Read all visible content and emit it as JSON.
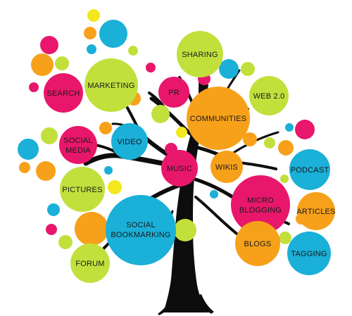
{
  "colors": {
    "pink": "#e8176b",
    "lime": "#c2e03c",
    "cyan": "#1ab0d8",
    "orange": "#f7a11b",
    "yellow": "#f2e81c",
    "trunk": "#0d0d0d",
    "text": "#1a1a1a"
  },
  "bubbles": [
    {
      "name": "marketing",
      "lines": [
        "MARKETING"
      ],
      "color": "lime"
    },
    {
      "name": "search",
      "lines": [
        "SEARCH"
      ],
      "color": "pink"
    },
    {
      "name": "sharing",
      "lines": [
        "SHARING"
      ],
      "color": "lime"
    },
    {
      "name": "pr",
      "lines": [
        "PR"
      ],
      "color": "pink"
    },
    {
      "name": "communities",
      "lines": [
        "COMMUNITIES"
      ],
      "color": "orange"
    },
    {
      "name": "web-2-0",
      "lines": [
        "WEB 2.0"
      ],
      "color": "lime"
    },
    {
      "name": "social-media",
      "lines": [
        "SOCIAL",
        "MEDIA"
      ],
      "color": "pink"
    },
    {
      "name": "video",
      "lines": [
        "VIDEO"
      ],
      "color": "cyan"
    },
    {
      "name": "music",
      "lines": [
        "MUSIC"
      ],
      "color": "pink"
    },
    {
      "name": "wikis",
      "lines": [
        "WIKIS"
      ],
      "color": "orange"
    },
    {
      "name": "podcast",
      "lines": [
        "PODCAST"
      ],
      "color": "cyan"
    },
    {
      "name": "pictures",
      "lines": [
        "PICTURES"
      ],
      "color": "lime"
    },
    {
      "name": "micro-blogging",
      "lines": [
        "MICRO",
        "BLOGGING"
      ],
      "color": "pink"
    },
    {
      "name": "articles",
      "lines": [
        "ARTICLES"
      ],
      "color": "orange"
    },
    {
      "name": "social-bookmarking",
      "lines": [
        "SOCIAL",
        "BOOKMARKING"
      ],
      "color": "cyan"
    },
    {
      "name": "blogs",
      "lines": [
        "BLOGS"
      ],
      "color": "orange"
    },
    {
      "name": "tagging",
      "lines": [
        "TAGGING"
      ],
      "color": "cyan"
    },
    {
      "name": "forum",
      "lines": [
        "FORUM"
      ],
      "color": "lime"
    }
  ]
}
